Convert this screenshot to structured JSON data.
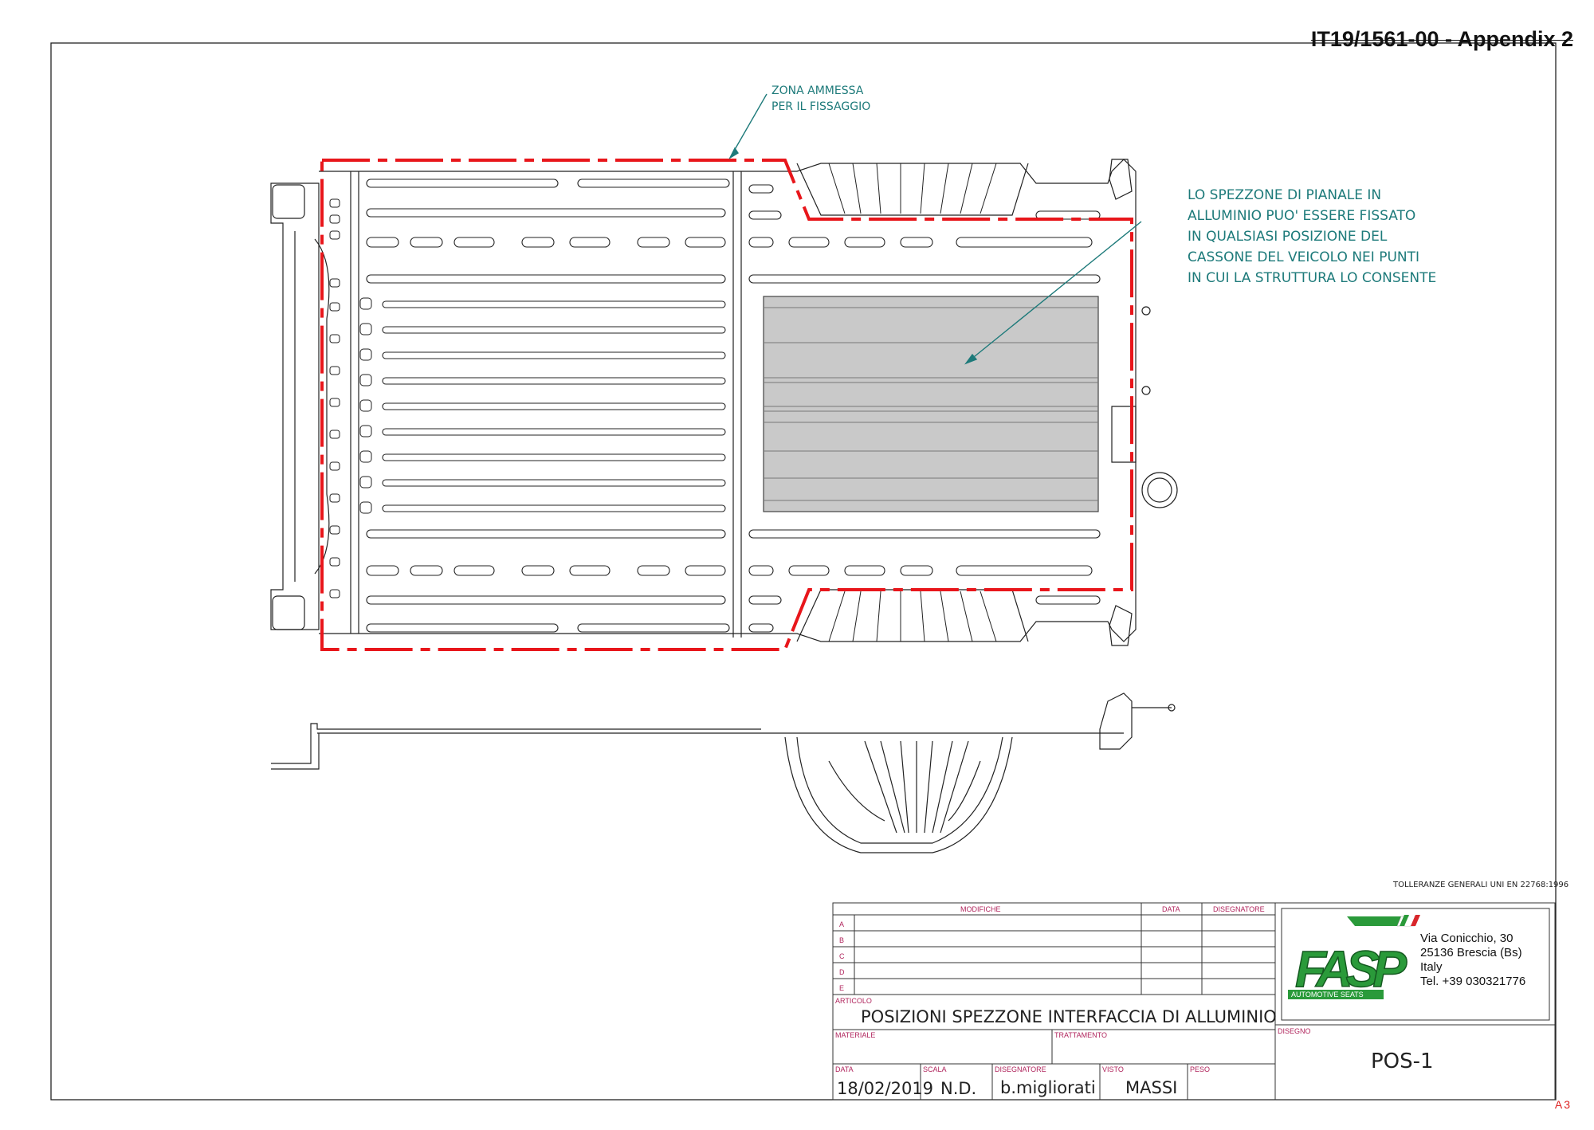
{
  "document_ref": "IT19/1561-00 - Appendix 2",
  "sheet_size": "A3",
  "annotations": {
    "zone_line1": "ZONA AMMESSA",
    "zone_line2": "PER IL FISSAGGIO",
    "note_lines": [
      "LO SPEZZONE DI PIANALE IN",
      "ALLUMINIO PUO' ESSERE FISSATO",
      "IN QUALSIASI POSIZIONE DEL",
      "CASSONE DEL VEICOLO NEI PUNTI",
      "IN CUI LA STRUTTURA LO CONSENTE"
    ]
  },
  "tolerances": "TOLLERANZE GENERALI UNI EN 22768:1996",
  "title_block": {
    "modifiche_label": "MODIFICHE",
    "data_label": "DATA",
    "disegnatore_col_label": "DISEGNATORE",
    "revision_letters": [
      "A",
      "B",
      "C",
      "D",
      "E"
    ],
    "articolo_label": "ARTICOLO",
    "articolo": "POSIZIONI SPEZZONE INTERFACCIA DI ALLUMINIO",
    "materiale_label": "MATERIALE",
    "trattamento_label": "TRATTAMENTO",
    "disegno_label": "DISEGNO",
    "disegno": "POS-1",
    "data_field_label": "DATA",
    "scala_label": "SCALA",
    "disegnatore_label": "DISEGNATORE",
    "visto_label": "VISTO",
    "peso_label": "PESO",
    "date": "18/02/2019",
    "scala": "N.D.",
    "disegnatore": "b.migliorati",
    "visto": "MASSI"
  },
  "company": {
    "logo_text": "FASP",
    "logo_sub": "AUTOMOTIVE SEATS",
    "address_lines": [
      "Via Conicchio, 30",
      "25136 Brescia (Bs)",
      "Italy",
      "Tel. +39 030321776"
    ],
    "colors": {
      "green": "#2a9a3a",
      "red": "#d8262b",
      "zone": "#e8161b",
      "note": "#1d7a7a"
    }
  }
}
